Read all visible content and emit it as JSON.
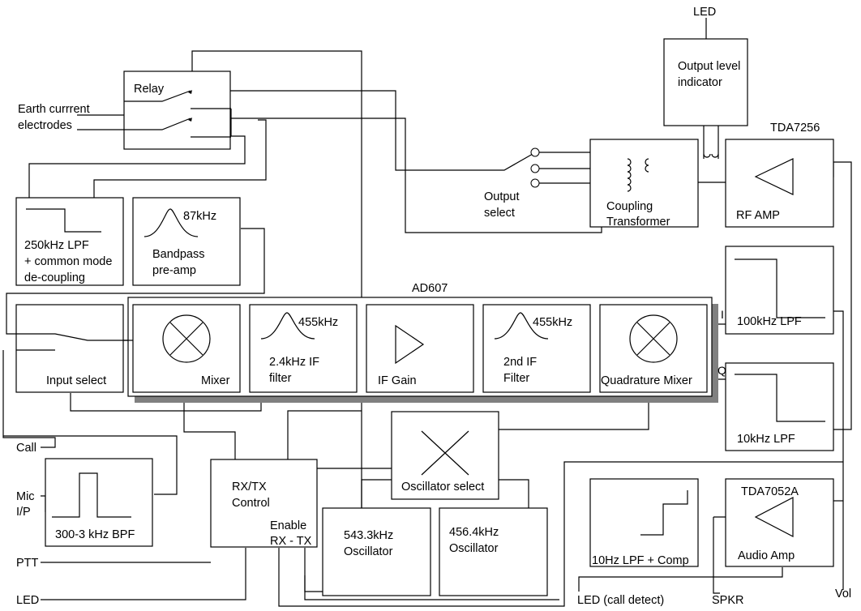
{
  "labels": {
    "led_top": "LED",
    "output_level_1": "Output level",
    "output_level_2": "indicator",
    "tda7256": "TDA7256",
    "relay": "Relay",
    "earth_1": "Earth currrent",
    "earth_2": "electrodes",
    "output_select_1": "Output",
    "output_select_2": "select",
    "coupling_1": "Coupling",
    "coupling_2": "Transformer",
    "rf_amp": "RF AMP",
    "lpf250_1": "250kHz LPF",
    "lpf250_2": "+ common mode",
    "lpf250_3": "de-coupling",
    "freq_87": "87kHz",
    "bandpass_1": "Bandpass",
    "bandpass_2": "pre-amp",
    "ad607": "AD607",
    "input_select": "Input select",
    "mixer": "Mixer",
    "freq_455_a": "455kHz",
    "if_filter_1": "2.4kHz IF",
    "if_filter_2": "filter",
    "if_gain": "IF Gain",
    "freq_455_b": "455kHz",
    "second_if_1": "2nd IF",
    "second_if_2": "Filter",
    "quad_mixer": "Quadrature Mixer",
    "i_label": "I",
    "q_label": "Q",
    "lpf100": "100kHz LPF",
    "lpf10": "10kHz LPF",
    "call": "Call",
    "mic_1": "Mic",
    "mic_2": "I/P",
    "bpf": "300-3 kHz BPF",
    "rxtx_1": "RX/TX",
    "rxtx_2": "Control",
    "enable_1": "Enable",
    "enable_2": "RX - TX",
    "osc_select": "Oscillator select",
    "osc543_1": "543.3kHz",
    "osc543_2": "Oscillator",
    "osc456_1": "456.4kHz",
    "osc456_2": "Oscillator",
    "lpf10hz": "10Hz LPF + Comp",
    "tda7052": "TDA7052A",
    "audio_amp": "Audio Amp",
    "ptt": "PTT",
    "led_bottom": "LED",
    "led_call": "LED (call detect)",
    "spkr": "SPKR",
    "vol": "Vol"
  }
}
